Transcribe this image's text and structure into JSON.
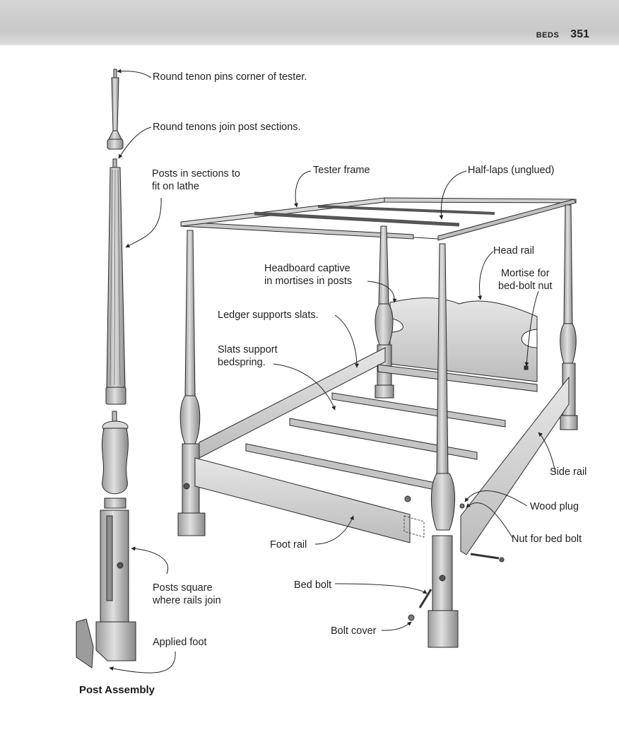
{
  "header": {
    "section_name": "BEDS",
    "page_number": "351"
  },
  "labels": {
    "round_tenon_tester": "Round tenon pins corner of tester.",
    "round_tenons_join": "Round tenons join post sections.",
    "posts_in_sections": "Posts in sections to\nfit on lathe",
    "tester_frame": "Tester frame",
    "half_laps": "Half-laps (unglued)",
    "head_rail": "Head rail",
    "mortise_bed_bolt_nut": "Mortise for\nbed-bolt nut",
    "headboard_captive": "Headboard captive\nin mortises in posts",
    "ledger_supports_slats": "Ledger supports slats.",
    "slats_support_bedspring": "Slats support\nbedspring.",
    "side_rail": "Side rail",
    "wood_plug": "Wood plug",
    "nut_for_bed_bolt": "Nut for bed bolt",
    "foot_rail": "Foot rail",
    "bed_bolt": "Bed bolt",
    "bolt_cover": "Bolt cover",
    "posts_square": "Posts square\nwhere rails join",
    "applied_foot": "Applied foot"
  },
  "caption": "Post Assembly",
  "colors": {
    "wood": "#d2d2d2",
    "wood_dark": "#8a8a8a",
    "line": "#2a2a2a"
  }
}
